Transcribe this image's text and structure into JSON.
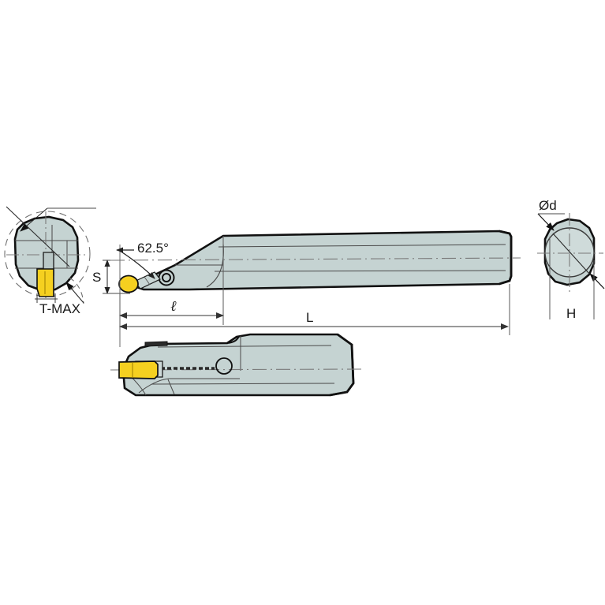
{
  "drawing": {
    "title": "Boring bar tool holder technical drawing",
    "background_color": "#ffffff",
    "body_fill": "#c5d3d2",
    "body_fill_light": "#d2dedd",
    "insert_fill": "#f5d020",
    "insert_fill_dark": "#e0b800",
    "outline_color": "#111111",
    "thin_line_color": "#6b6b6b",
    "dash_color": "#7a7a7a"
  },
  "labels": {
    "angle": "62.5°",
    "shank_height": "S",
    "insert_brand": "T-MAX",
    "overhang_length": "ℓ",
    "total_length": "L",
    "diameter": "Ød",
    "width": "H"
  },
  "views": {
    "end_detail": {
      "name": "front end detail view",
      "labels": [
        "S",
        "T-MAX"
      ]
    },
    "side_view": {
      "name": "side elevation view",
      "labels": [
        "62.5°",
        "S",
        "ℓ",
        "L"
      ]
    },
    "cross_section": {
      "name": "shank cross section view",
      "labels": [
        "Ød",
        "H"
      ]
    },
    "top_view": {
      "name": "top plan view",
      "labels": []
    }
  },
  "icons": {
    "screw": "screw-hole-icon",
    "arrowhead": "arrowhead-icon",
    "centerline": "centerline-icon"
  }
}
